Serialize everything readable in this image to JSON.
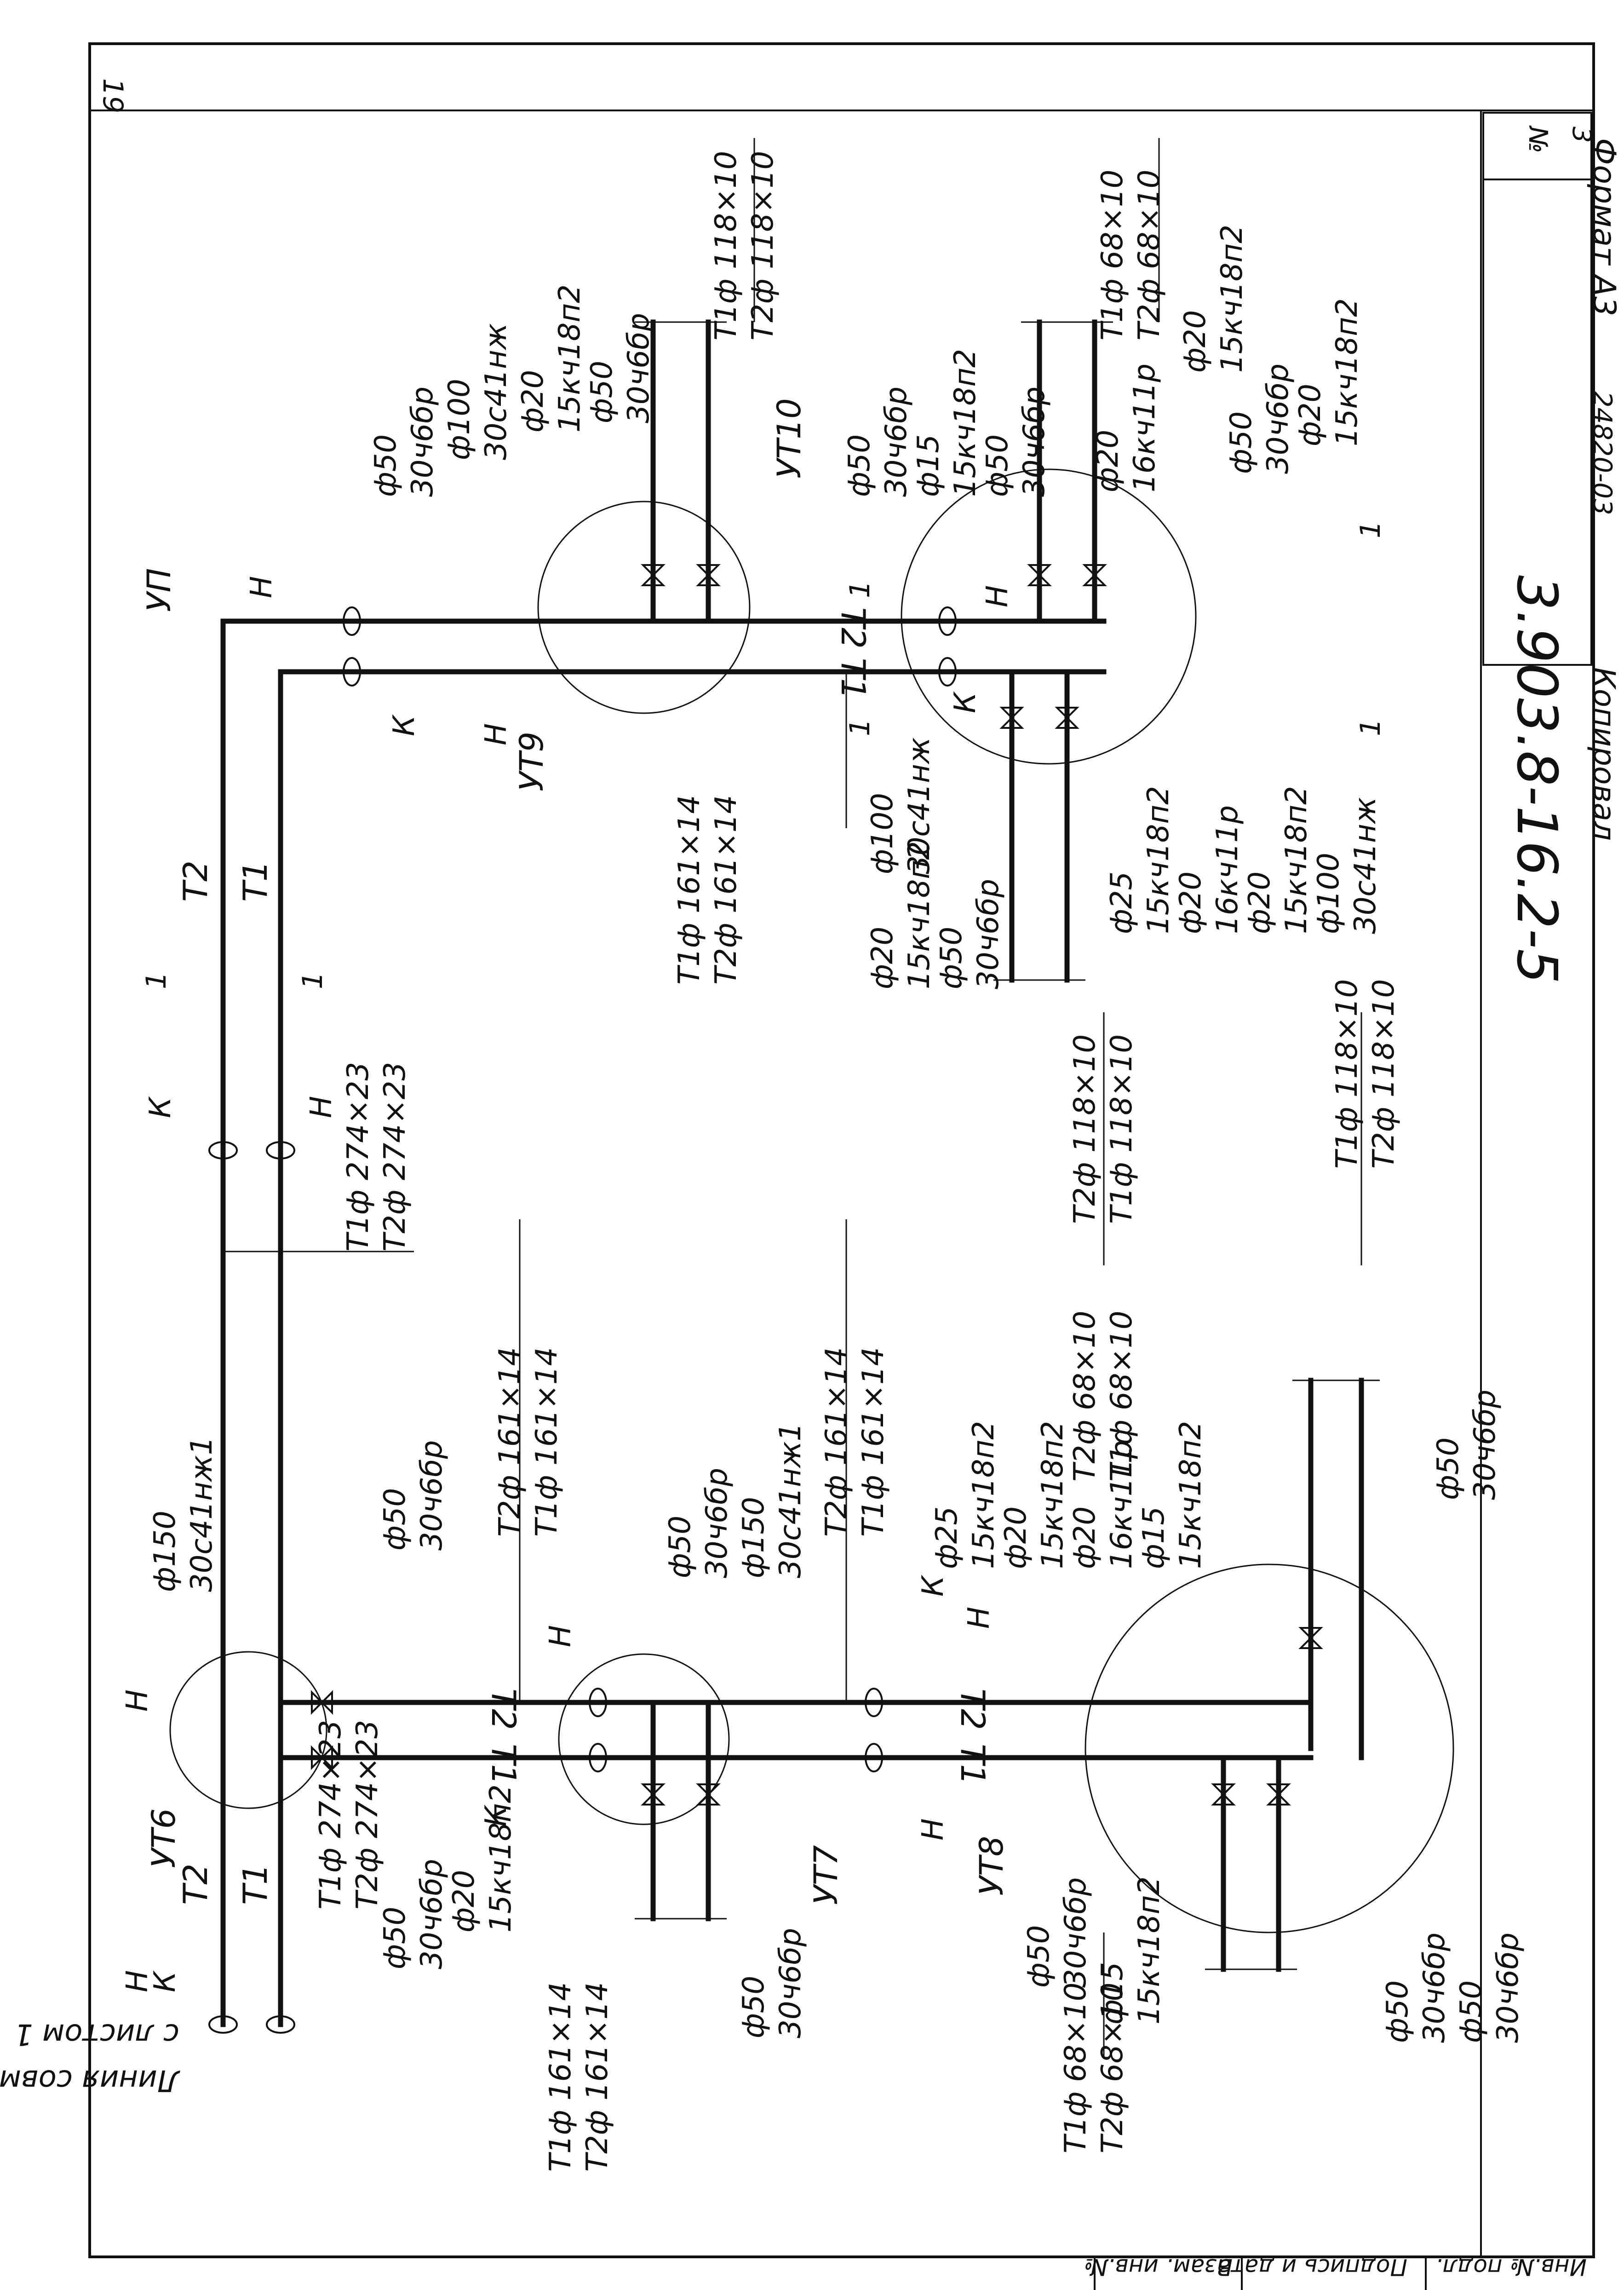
{
  "sheet": {
    "sheet_no": "19",
    "doc_code": "3.903.8-16.2-5",
    "copied": "Копировал",
    "format": "Формат А3",
    "format_code": "24820-03",
    "corner_cell": "№",
    "corner_digit": "3",
    "stamp": [
      "Инв.№ подл.",
      "Подпись и дата",
      "Взам. инв.№"
    ]
  },
  "labels": {
    "combine_line_1": "Линия совмещения",
    "combine_line_2": "с листом 1",
    "T1": "Т1",
    "T2": "Т2",
    "H": "Н",
    "K": "К",
    "section": "1"
  },
  "nodes": [
    "УТ6",
    "УТ7",
    "УТ8",
    "УТ9",
    "УТ10",
    "УП"
  ],
  "pipe_specs": {
    "p274_T1": "Т1ф 274×23",
    "p274_T2": "Т2ф 274×23",
    "p161_T1": "Т1ф 161×14",
    "p161_T2": "Т2ф 161×14",
    "p118_T1": "Т1ф 118×10",
    "p118_T2": "Т2ф 118×10",
    "p68_T1": "Т1ф 68×10",
    "p68_T2": "Т2ф 68×10"
  },
  "valves": {
    "d150": "ф150",
    "v30c41": "30с41нж1",
    "d100": "ф100",
    "v30c41nzh": "30с41нж",
    "d50": "ф50",
    "v30ch6br": "30ч6бр",
    "d25": "ф25",
    "d20": "ф20",
    "d15": "ф15",
    "v15kch18p2": "15кч18п2",
    "v16kch11r": "16кч11р"
  }
}
